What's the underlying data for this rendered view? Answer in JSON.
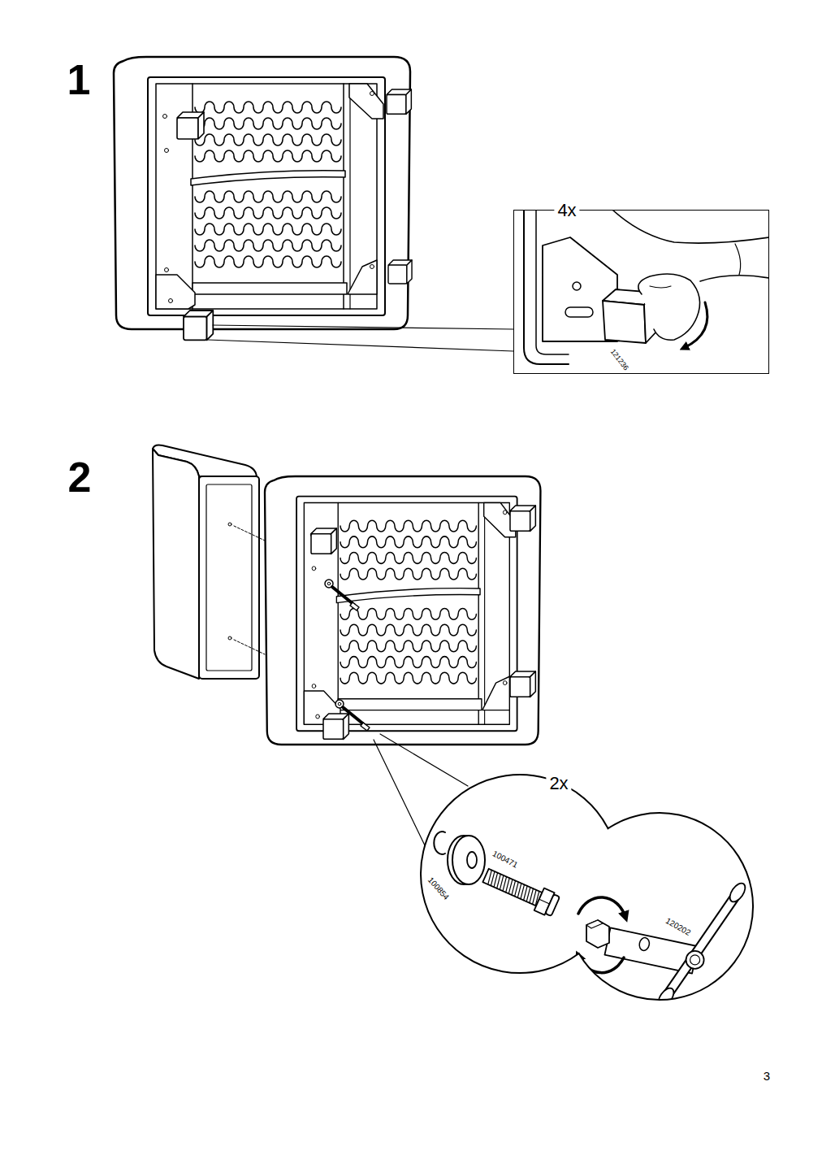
{
  "diagram": {
    "nodes": [
      {
        "text": [
          "4x"
        ]
      },
      {
        "text": [
          "2x"
        ]
      }
    ],
    "labels": [
      "1",
      "121236",
      "2",
      "100854",
      "100471",
      "120202",
      "3"
    ]
  }
}
